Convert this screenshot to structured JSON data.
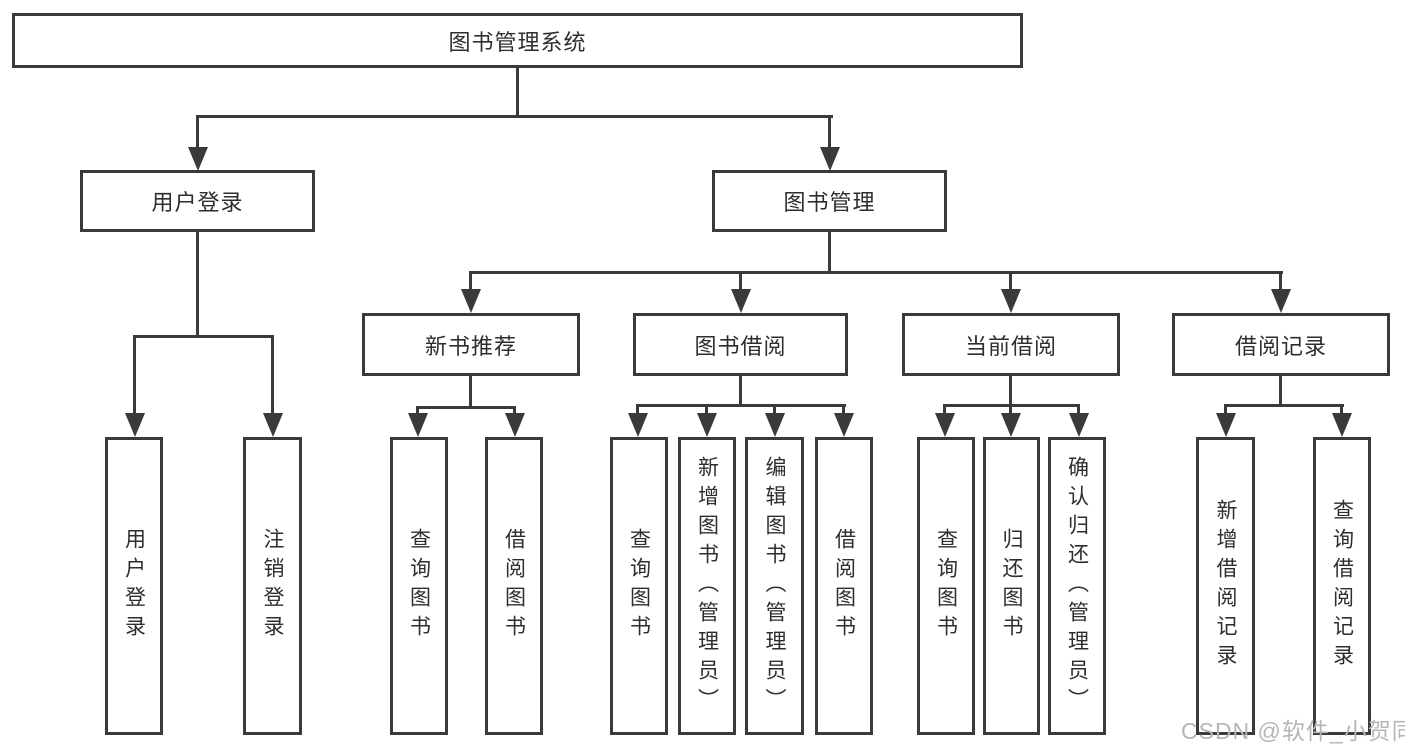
{
  "diagram": {
    "type": "tree-structure-chart",
    "colors": {
      "line": "#3a3a3a",
      "text": "#2e2e2e",
      "background": "#ffffff",
      "watermark_text_color": "#b4b7b9"
    },
    "root": {
      "label": "图书管理系统",
      "children": [
        {
          "label": "用户登录",
          "children": [
            {
              "label": "用户登录"
            },
            {
              "label": "注销登录"
            }
          ]
        },
        {
          "label": "图书管理",
          "children": [
            {
              "label": "新书推荐",
              "children": [
                {
                  "label": "查询图书"
                },
                {
                  "label": "借阅图书"
                }
              ]
            },
            {
              "label": "图书借阅",
              "children": [
                {
                  "label": "查询图书"
                },
                {
                  "label": "新增图书（管理员）"
                },
                {
                  "label": "编辑图书（管理员）"
                },
                {
                  "label": "借阅图书"
                }
              ]
            },
            {
              "label": "当前借阅",
              "children": [
                {
                  "label": "查询图书"
                },
                {
                  "label": "归还图书"
                },
                {
                  "label": "确认归还（管理员）"
                }
              ]
            },
            {
              "label": "借阅记录",
              "children": [
                {
                  "label": "新增借阅记录"
                },
                {
                  "label": "查询借阅记录"
                }
              ]
            }
          ]
        }
      ]
    },
    "watermark": "CSDN @软件_小贺同学"
  }
}
